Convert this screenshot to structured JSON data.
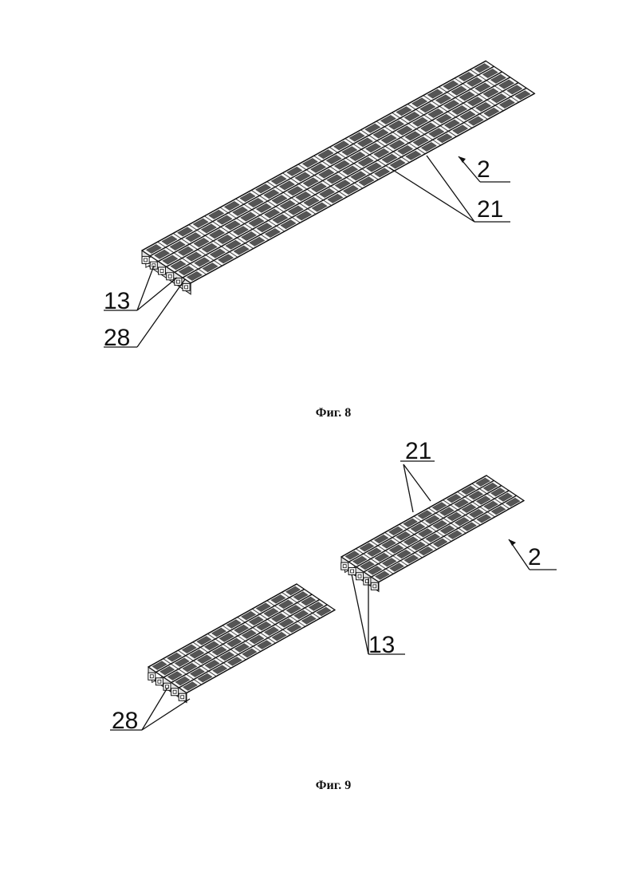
{
  "figures": [
    {
      "caption": "Фиг. 8",
      "labels": {
        "part_2": "2",
        "part_21": "21",
        "part_13": "13",
        "part_28": "28"
      }
    },
    {
      "caption": "Фиг. 9",
      "labels": {
        "part_21": "21",
        "part_2": "2",
        "part_13": "13",
        "part_28": "28"
      }
    }
  ],
  "colors": {
    "ink": "#111111",
    "panel_top": "#f4f4f4",
    "panel_side": "#e2e2e2",
    "cell_dark": "#555555"
  }
}
